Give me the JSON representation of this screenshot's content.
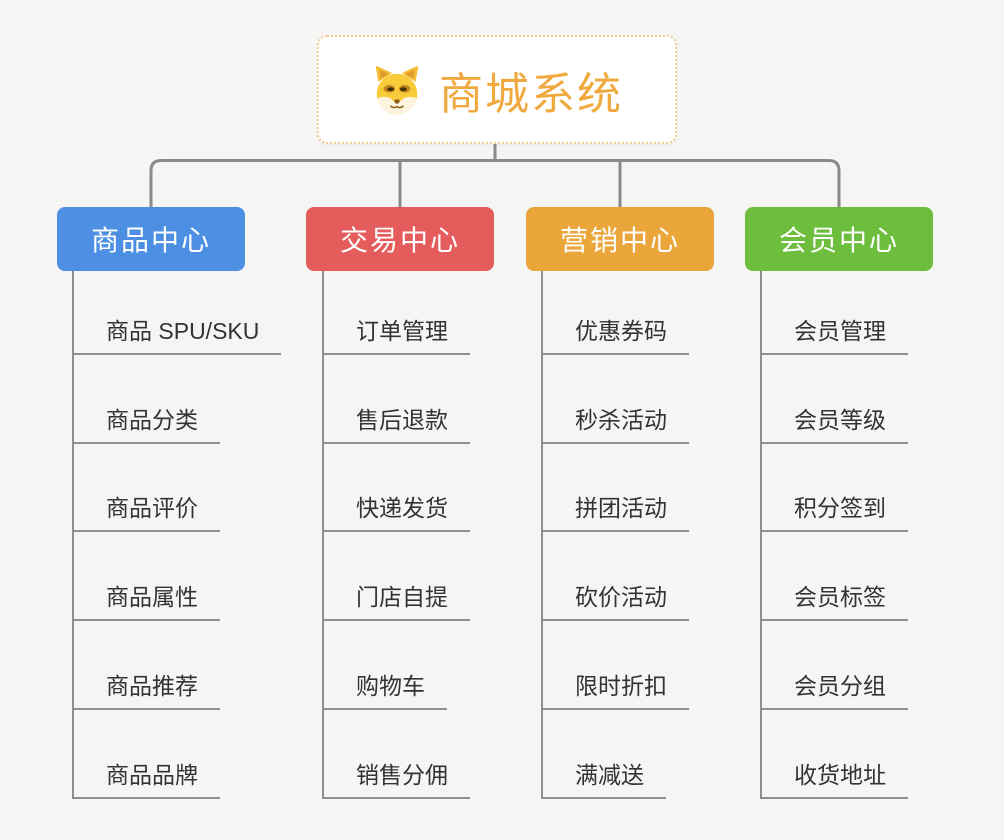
{
  "canvas": {
    "background": "#f5f5f4",
    "line_color": "#8a8a8a"
  },
  "root": {
    "title": "商城系统",
    "title_color": "#efa93f",
    "border_color": "#f5c98f",
    "icon": "shiba-dog-icon"
  },
  "branches": [
    {
      "label": "商品中心",
      "color": "#4d90e3",
      "children": [
        "商品 SPU/SKU",
        "商品分类",
        "商品评价",
        "商品属性",
        "商品推荐",
        "商品品牌"
      ]
    },
    {
      "label": "交易中心",
      "color": "#e55c5c",
      "children": [
        "订单管理",
        "售后退款",
        "快递发货",
        "门店自提",
        "购物车",
        "销售分佣"
      ]
    },
    {
      "label": "营销中心",
      "color": "#eba63b",
      "children": [
        "优惠券码",
        "秒杀活动",
        "拼团活动",
        "砍价活动",
        "限时折扣",
        "满减送"
      ]
    },
    {
      "label": "会员中心",
      "color": "#6ebe3e",
      "children": [
        "会员管理",
        "会员等级",
        "积分签到",
        "会员标签",
        "会员分组",
        "收货地址"
      ]
    }
  ]
}
